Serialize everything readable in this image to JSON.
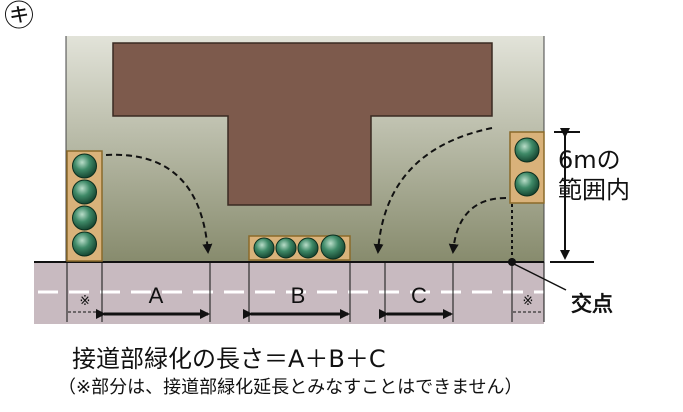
{
  "marker": "㋖",
  "range_label": {
    "line1": "6mの",
    "line2": "範囲内"
  },
  "segments": {
    "a": "A",
    "b": "B",
    "c": "C"
  },
  "asterisk": "※",
  "intersection_label": "交点",
  "formula": "接道部緑化の長さ＝A＋B＋C",
  "note": "（※部分は、接道部緑化延長とみなすことはできません）",
  "colors": {
    "lot": "#a7ab93",
    "building": "#7c5a4c",
    "road": "#c9bcc1",
    "hedge": "#2d6e52",
    "hedge_border": "#8a6a2a"
  },
  "icons": [
    "tree-shrub-icon",
    "arrow-icon",
    "intersection-dot-icon"
  ]
}
